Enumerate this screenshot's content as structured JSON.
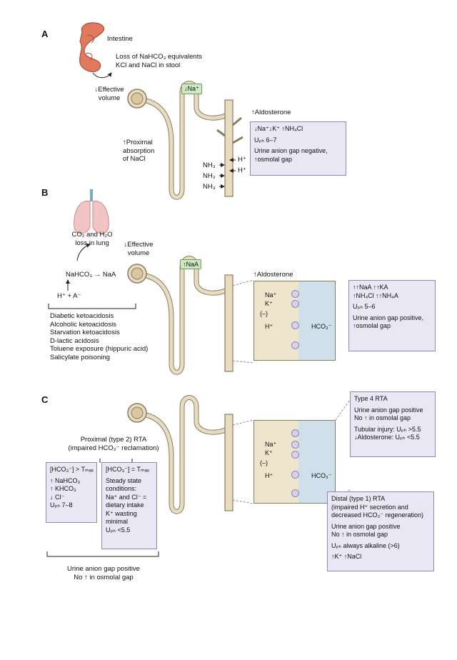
{
  "panel_a": {
    "letter": "A",
    "intestine": "Intestine",
    "loss_line1": "Loss of NaHCO₃ equivalents",
    "loss_line2": "KCl and NaCl in stool",
    "effective_volume": [
      "↓Effective",
      "volume"
    ],
    "na_box": "↓Na⁺",
    "proximal_absorption": [
      "↑Proximal",
      "absorption",
      "of NaCl"
    ],
    "aldosterone": "↑Aldosterone",
    "nh3": [
      "NH₃",
      "NH₃",
      "NH₃"
    ],
    "h_ions": [
      "H⁺",
      "H⁺"
    ],
    "box_lines": [
      "↓Na⁺↓K⁺ ↑NH₄Cl",
      "Uₚₕ 6–7",
      "Urine anion gap negative,",
      "↑osmolal gap"
    ]
  },
  "panel_b": {
    "letter": "B",
    "lung_text": [
      "CO₂ and H₂O",
      "loss in lung"
    ],
    "effective_volume": [
      "↓Effective",
      "volume"
    ],
    "nahco3_reaction": "NaHCO₃ → NaA",
    "h_plus_a": "H⁺ + A⁻",
    "causes": [
      "Diabetic ketoacidosis",
      "Alcoholic ketoacidosis",
      "Starvation ketoacidosis",
      "D-lactic acidosis",
      "Toluene exposure (hippuric acid)",
      "Salicylate poisoning"
    ],
    "naa_box": "↑NaA",
    "aldosterone": "↑Aldosterone",
    "cell_na": "Na⁺",
    "cell_k": "K⁺",
    "cell_minus": "(–)",
    "cell_h": "H⁺",
    "cell_hco3": "HCO₃⁻",
    "box_lines": [
      "↑↑NaA  ↑↑KA",
      "↑NH₄Cl ↑↑NH₄A",
      "Uₚₕ 5–6",
      "Urine anion gap positive,",
      "↑osmolal gap"
    ]
  },
  "panel_c": {
    "letter": "C",
    "proximal_label": [
      "Proximal (type 2) RTA",
      "(impaired HCO₃⁻ reclamation)"
    ],
    "box_left": [
      "[HCO₃⁻] > Tₘₐₓ",
      "↑ NaHCO₃",
      "↑ KHCO₃",
      "↓ Cl⁻",
      "Uₚₕ 7–8"
    ],
    "box_mid": [
      "[HCO₃⁻] = Tₘₐₓ",
      "Steady state",
      "conditions:",
      "Na⁺ and Cl⁻ =",
      "dietary intake",
      "K⁺ wasting",
      "minimal",
      "Uₚₕ <5.5"
    ],
    "bottom_label": [
      "Urine anion gap positive",
      "No ↑ in osmolal gap"
    ],
    "cell_na": "Na⁺",
    "cell_k": "K⁺",
    "cell_minus": "(–)",
    "cell_h": "H⁺",
    "cell_hco3": "HCO₃⁻",
    "type4_box": [
      "Type 4 RTA",
      "Urine anion gap positive",
      "No ↑ in osmolal gap",
      "Tubular injury: Uₚₕ >5.5",
      "↓Aldosterone: Uₚₕ <5.5"
    ],
    "distal_box": [
      "Distal (type 1) RTA",
      "(impaired H⁺ secretion and",
      "decreased HCO₃⁻ regeneration)",
      "Urine anion gap positive",
      "No ↑ in osmolal gap",
      "Uₚₕ always alkaline (>6)",
      "↑K⁺ ↑NaCl"
    ]
  },
  "colors": {
    "tubule_fill": "#e8dcc0",
    "tubule_stroke": "#8a7c62",
    "box_fill": "#e9e7f4",
    "na_box_fill": "#cfe9c3",
    "cell_tan": "#efe4cc",
    "lumen_blue": "#cfe0ea",
    "intestine": "#e07a5f",
    "lung": "#f2c4c4"
  },
  "icons": [
    "intestine-icon",
    "lung-icon",
    "nephron-icon"
  ]
}
